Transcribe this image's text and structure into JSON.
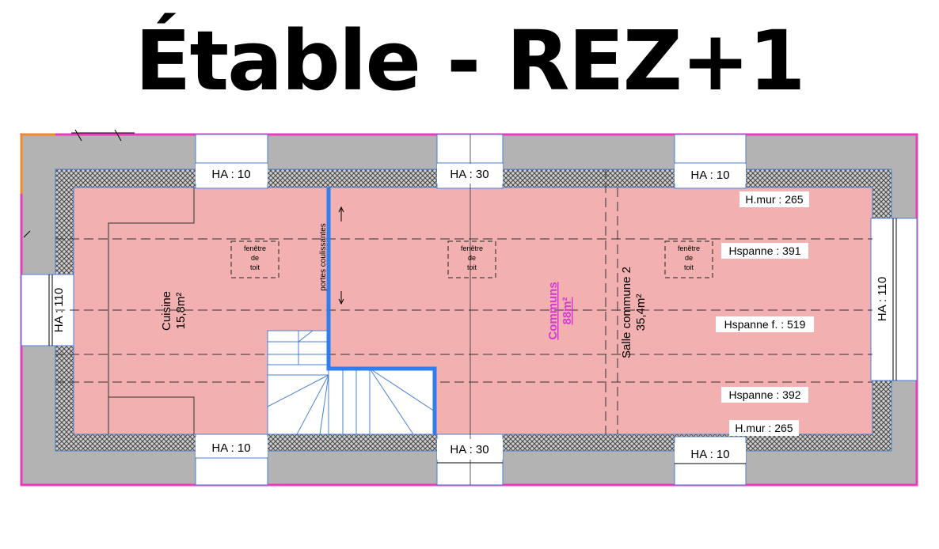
{
  "title": "Étable - REZ+1",
  "rooms": {
    "cuisine": {
      "name": "Cuisine",
      "area": "15,8m²"
    },
    "communs": {
      "name": "Communs",
      "area": "88m²"
    },
    "salle": {
      "name": "Salle commune 2",
      "area": "35,4m²"
    }
  },
  "windows": {
    "top_left": "HA : 10",
    "top_center": "HA : 30",
    "top_right": "HA : 10",
    "bottom_left": "HA : 10",
    "bottom_center": "HA : 30",
    "bottom_right": "HA : 10",
    "left": "HA : 110",
    "right": "HA : 110"
  },
  "skylight": {
    "line1": "fenêtre",
    "line2": "de",
    "line3": "toit"
  },
  "sliding_doors": "portes coulissantes",
  "heights": {
    "hmur_top": "H.mur : 265",
    "hspanne_top": "Hspanne : 391",
    "hspanne_f": "Hspanne f. : 519",
    "hspanne_bottom": "Hspanne : 392",
    "hmur_bottom": "H.mur : 265"
  },
  "colors": {
    "room": "#f2b0b0",
    "wall": "#b3b3b3",
    "border": "#e83cbd",
    "accent_blue": "#2f7ef0",
    "communs_label": "#d43ad4"
  }
}
